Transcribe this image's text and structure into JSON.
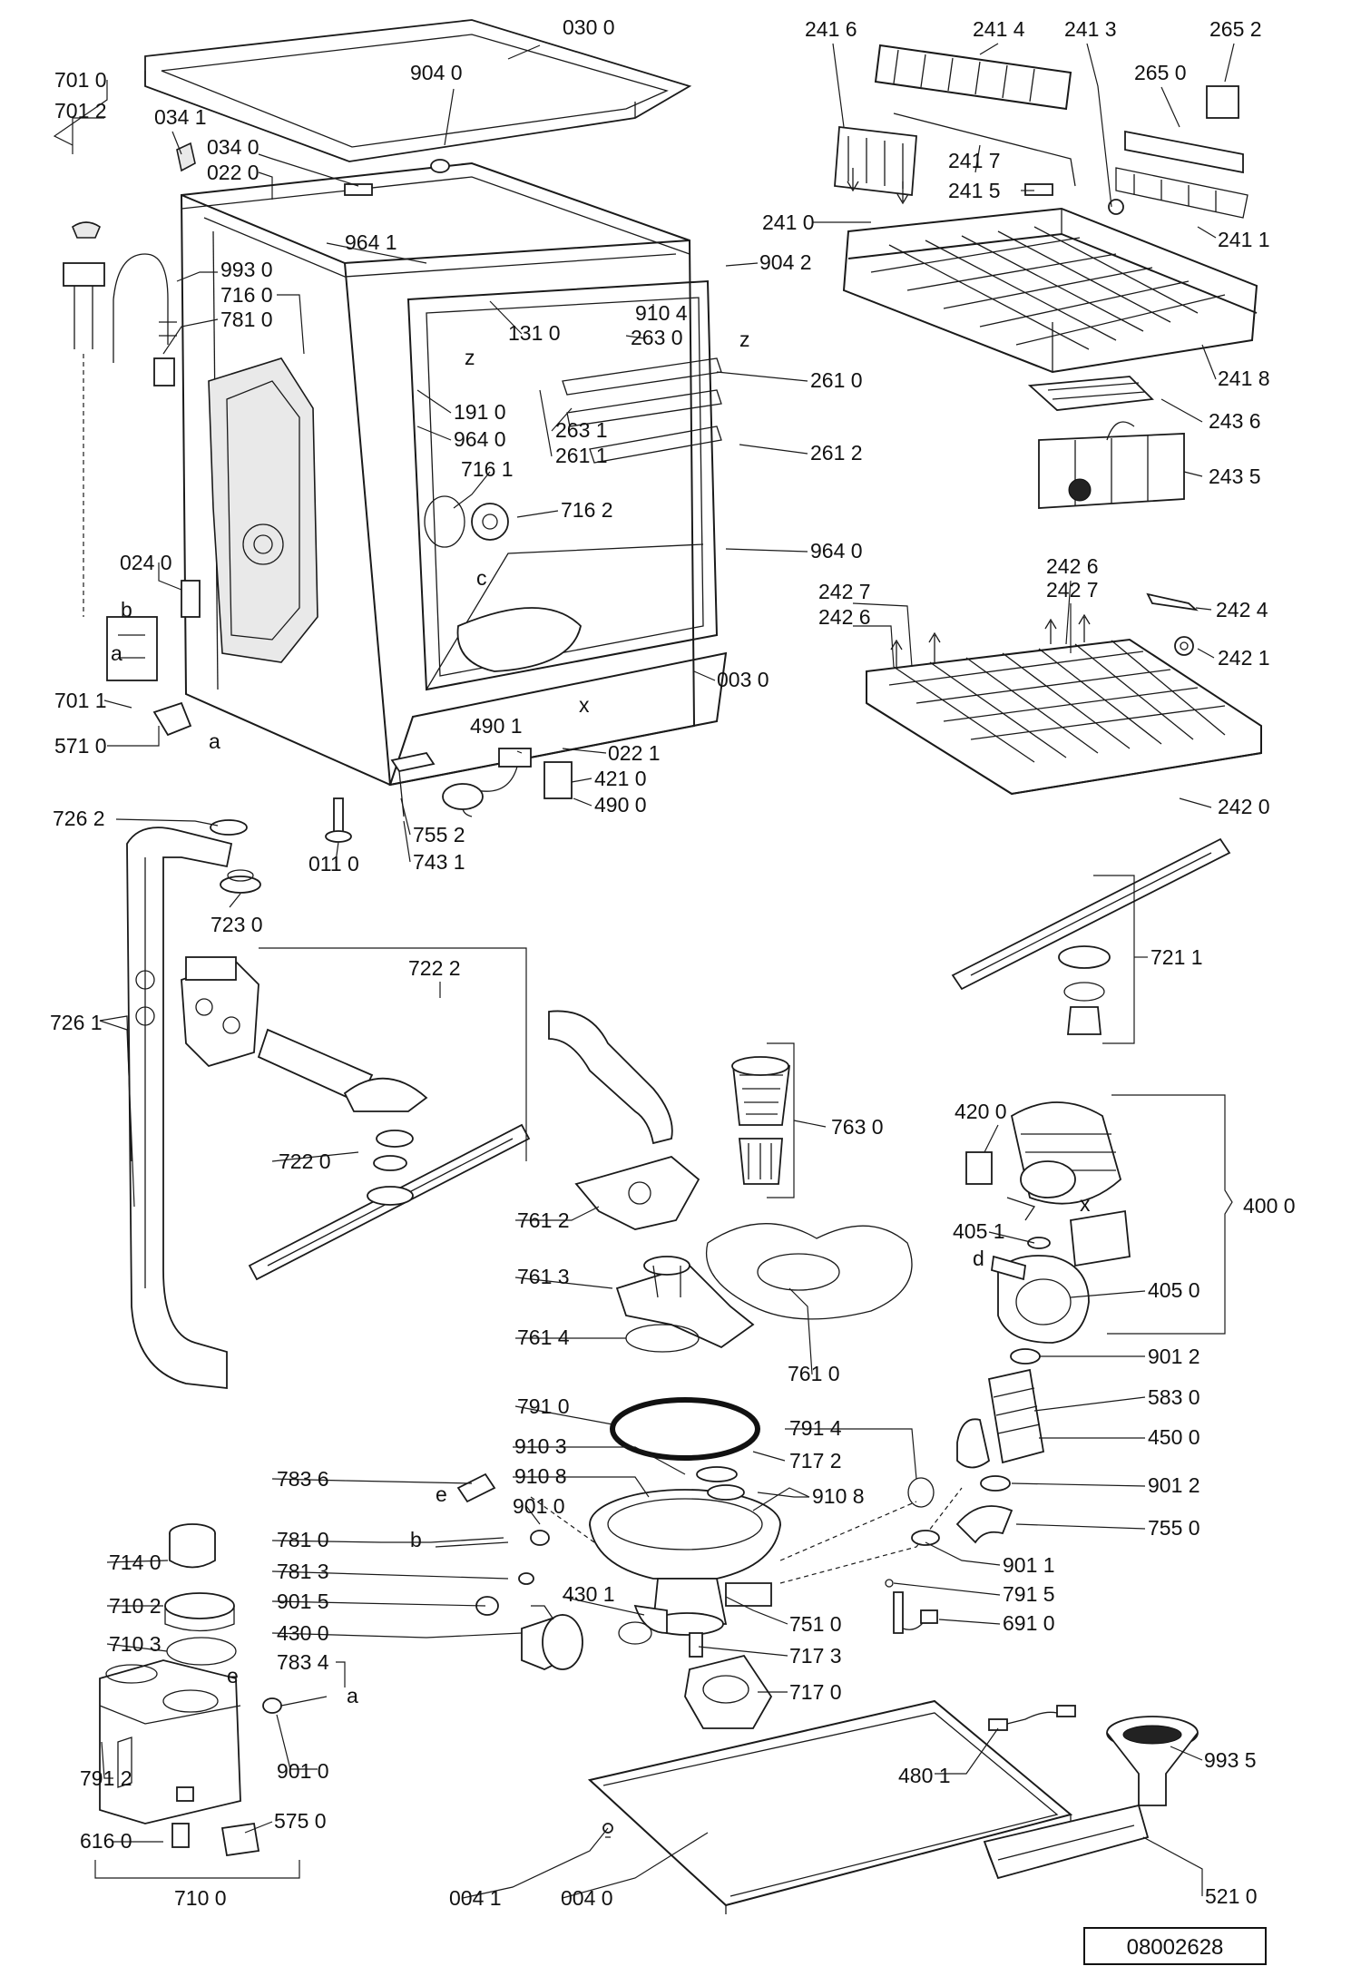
{
  "document_number": "08002628",
  "letters": {
    "z": "z",
    "c": "c",
    "x": "x",
    "a": "a",
    "b": "b",
    "d": "d",
    "e": "e"
  },
  "labels": [
    {
      "id": "030_0",
      "text": "030 0"
    },
    {
      "id": "701_0",
      "text": "701 0"
    },
    {
      "id": "904_0",
      "text": "904 0"
    },
    {
      "id": "701_2",
      "text": "701 2"
    },
    {
      "id": "034_1",
      "text": "034 1"
    },
    {
      "id": "034_0",
      "text": "034 0"
    },
    {
      "id": "022_0",
      "text": "022 0"
    },
    {
      "id": "964_1",
      "text": "964 1"
    },
    {
      "id": "993_0",
      "text": "993 0"
    },
    {
      "id": "716_0",
      "text": "716 0"
    },
    {
      "id": "781_0a",
      "text": "781 0"
    },
    {
      "id": "904_2",
      "text": "904 2"
    },
    {
      "id": "910_4",
      "text": "910 4"
    },
    {
      "id": "131_0",
      "text": "131 0"
    },
    {
      "id": "263_0",
      "text": "263 0"
    },
    {
      "id": "261_0",
      "text": "261 0"
    },
    {
      "id": "191_0",
      "text": "191 0"
    },
    {
      "id": "263_1",
      "text": "263 1"
    },
    {
      "id": "964_0a",
      "text": "964 0"
    },
    {
      "id": "261_1",
      "text": "261 1"
    },
    {
      "id": "261_2",
      "text": "261 2"
    },
    {
      "id": "716_1",
      "text": "716 1"
    },
    {
      "id": "716_2",
      "text": "716 2"
    },
    {
      "id": "964_0b",
      "text": "964 0"
    },
    {
      "id": "024_0",
      "text": "024 0"
    },
    {
      "id": "003_0",
      "text": "003 0"
    },
    {
      "id": "701_1",
      "text": "701 1"
    },
    {
      "id": "571_0",
      "text": "571 0"
    },
    {
      "id": "490_1",
      "text": "490 1"
    },
    {
      "id": "022_1",
      "text": "022 1"
    },
    {
      "id": "421_0",
      "text": "421 0"
    },
    {
      "id": "490_0",
      "text": "490 0"
    },
    {
      "id": "726_2",
      "text": "726 2"
    },
    {
      "id": "755_2",
      "text": "755 2"
    },
    {
      "id": "011_0",
      "text": "011 0"
    },
    {
      "id": "743_1",
      "text": "743 1"
    },
    {
      "id": "241_6",
      "text": "241 6"
    },
    {
      "id": "241_4",
      "text": "241 4"
    },
    {
      "id": "241_3",
      "text": "241 3"
    },
    {
      "id": "265_2",
      "text": "265 2"
    },
    {
      "id": "265_0",
      "text": "265 0"
    },
    {
      "id": "241_7a",
      "text": "241 7"
    },
    {
      "id": "241_5",
      "text": "241 5"
    },
    {
      "id": "241_0",
      "text": "241 0"
    },
    {
      "id": "241_1",
      "text": "241 1"
    },
    {
      "id": "241_8",
      "text": "241 8"
    },
    {
      "id": "243_6",
      "text": "243 6"
    },
    {
      "id": "243_5",
      "text": "243 5"
    },
    {
      "id": "242_6a",
      "text": "242 6"
    },
    {
      "id": "242_7a",
      "text": "242 7"
    },
    {
      "id": "242_7b",
      "text": "242 7"
    },
    {
      "id": "242_6b",
      "text": "242 6"
    },
    {
      "id": "242_4",
      "text": "242 4"
    },
    {
      "id": "242_1",
      "text": "242 1"
    },
    {
      "id": "242_0",
      "text": "242 0"
    },
    {
      "id": "723_0",
      "text": "723 0"
    },
    {
      "id": "722_2",
      "text": "722 2"
    },
    {
      "id": "726_1",
      "text": "726 1"
    },
    {
      "id": "722_0",
      "text": "722 0"
    },
    {
      "id": "721_1",
      "text": "721 1"
    },
    {
      "id": "763_0",
      "text": "763 0"
    },
    {
      "id": "420_0",
      "text": "420 0"
    },
    {
      "id": "400_0",
      "text": "400 0"
    },
    {
      "id": "761_2",
      "text": "761 2"
    },
    {
      "id": "405_1",
      "text": "405 1"
    },
    {
      "id": "405_0",
      "text": "405 0"
    },
    {
      "id": "761_3",
      "text": "761 3"
    },
    {
      "id": "761_4",
      "text": "761 4"
    },
    {
      "id": "761_0",
      "text": "761 0"
    },
    {
      "id": "901_2a",
      "text": "901 2"
    },
    {
      "id": "791_0",
      "text": "791 0"
    },
    {
      "id": "583_0",
      "text": "583 0"
    },
    {
      "id": "791_4",
      "text": "791 4"
    },
    {
      "id": "450_0",
      "text": "450 0"
    },
    {
      "id": "910_3",
      "text": "910 3"
    },
    {
      "id": "717_2",
      "text": "717 2"
    },
    {
      "id": "901_2b",
      "text": "901 2"
    },
    {
      "id": "910_8a",
      "text": "910 8"
    },
    {
      "id": "910_8b",
      "text": "910 8"
    },
    {
      "id": "783_6",
      "text": "783 6"
    },
    {
      "id": "901_0a",
      "text": "901 0"
    },
    {
      "id": "755_0",
      "text": "755 0"
    },
    {
      "id": "714_0",
      "text": "714 0"
    },
    {
      "id": "781_0b",
      "text": "781 0"
    },
    {
      "id": "901_1",
      "text": "901 1"
    },
    {
      "id": "781_3",
      "text": "781 3"
    },
    {
      "id": "791_5",
      "text": "791 5"
    },
    {
      "id": "710_2",
      "text": "710 2"
    },
    {
      "id": "901_5",
      "text": "901 5"
    },
    {
      "id": "430_1",
      "text": "430 1"
    },
    {
      "id": "751_0",
      "text": "751 0"
    },
    {
      "id": "430_0",
      "text": "430 0"
    },
    {
      "id": "691_0",
      "text": "691 0"
    },
    {
      "id": "710_3",
      "text": "710 3"
    },
    {
      "id": "783_4",
      "text": "783 4"
    },
    {
      "id": "717_3",
      "text": "717 3"
    },
    {
      "id": "717_0",
      "text": "717 0"
    },
    {
      "id": "901_0b",
      "text": "901 0"
    },
    {
      "id": "480_1",
      "text": "480 1"
    },
    {
      "id": "993_5",
      "text": "993 5"
    },
    {
      "id": "791_2",
      "text": "791 2"
    },
    {
      "id": "575_0",
      "text": "575 0"
    },
    {
      "id": "616_0",
      "text": "616 0"
    },
    {
      "id": "710_0",
      "text": "710 0"
    },
    {
      "id": "004_1",
      "text": "004 1"
    },
    {
      "id": "004_0",
      "text": "004 0"
    },
    {
      "id": "521_0",
      "text": "521 0"
    }
  ]
}
